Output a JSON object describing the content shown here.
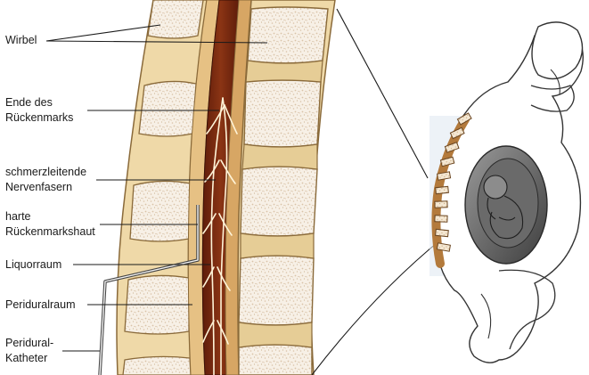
{
  "labels": {
    "wirbel": "Wirbel",
    "ende_des": "Ende des",
    "rueckenmarks": "Rückenmarks",
    "schmerzleitende": "schmerzleitende",
    "nervenfasern": "Nervenfasern",
    "harte": "harte",
    "rueckenmarkshaut": "Rückenmarkshaut",
    "liquorraum": "Liquorraum",
    "periduralraum": "Periduralraum",
    "peridural": "Peridural-",
    "katheter": "Katheter"
  },
  "colors": {
    "bone_outer": "#efd9a8",
    "bone_edge": "#8a6a3a",
    "vertebra_body": "#f7f0e6",
    "vertebra_speckle": "#d9c3a8",
    "disc": "#e6cd96",
    "spinal_cord": "#7a2a12",
    "dura": "#b7713a",
    "nerve": "#fff4d8",
    "leader_line": "#1a1a1a",
    "outline": "#333333"
  }
}
